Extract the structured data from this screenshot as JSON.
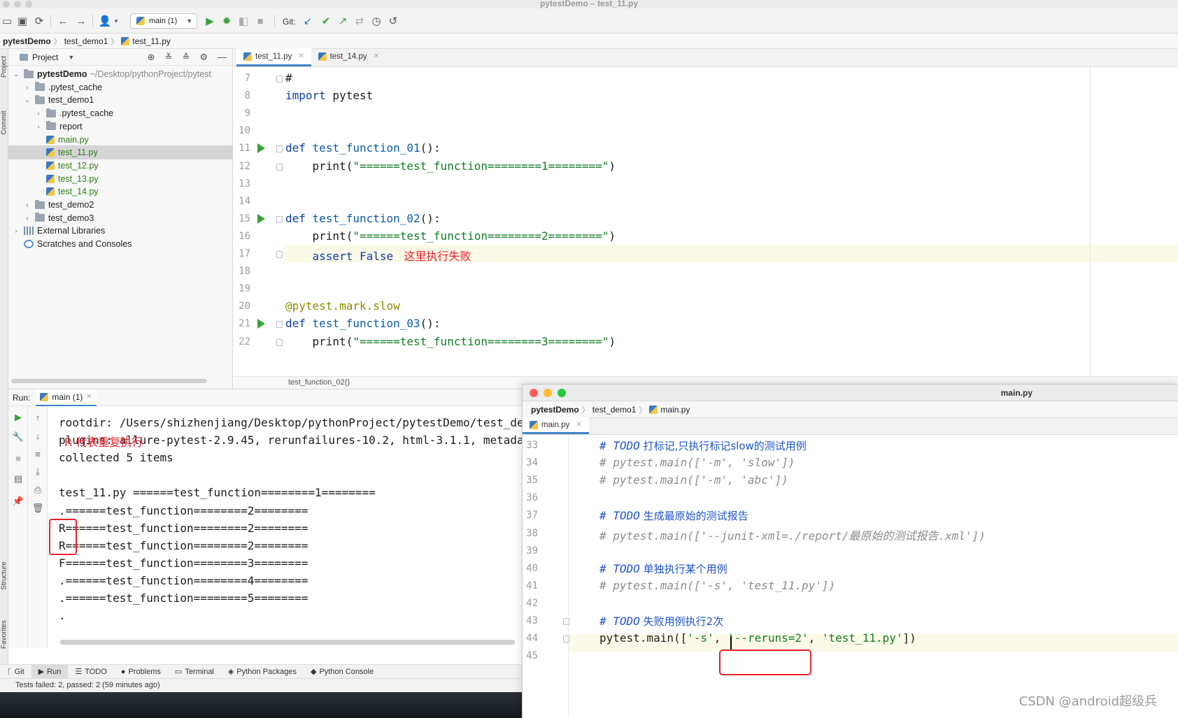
{
  "window": {
    "title": "pytestDemo – test_11.py"
  },
  "toolbar": {
    "run_config": "main (1)",
    "git_label": "Git:"
  },
  "navbar": {
    "crumbs": [
      "pytestDemo",
      "test_demo1",
      "test_11.py"
    ]
  },
  "left_stripe": {
    "tabs": [
      "Project",
      "Commit",
      "Structure",
      "Favorites"
    ]
  },
  "project": {
    "header": "Project",
    "tree": [
      {
        "label": "pytestDemo",
        "hint": "~/Desktop/pythonProject/pytest",
        "type": "folder",
        "expanded": true
      },
      {
        "label": ".pytest_cache",
        "type": "folder",
        "expanded": false
      },
      {
        "label": "test_demo1",
        "type": "folder",
        "expanded": true
      },
      {
        "label": ".pytest_cache",
        "type": "folder",
        "expanded": false
      },
      {
        "label": "report",
        "type": "folder",
        "expanded": false
      },
      {
        "label": "main.py",
        "type": "python"
      },
      {
        "label": "test_11.py",
        "type": "python",
        "selected": true
      },
      {
        "label": "test_12.py",
        "type": "python"
      },
      {
        "label": "test_13.py",
        "type": "python"
      },
      {
        "label": "test_14.py",
        "type": "python"
      },
      {
        "label": "test_demo2",
        "type": "folder",
        "expanded": false
      },
      {
        "label": "test_demo3",
        "type": "folder",
        "expanded": false
      },
      {
        "label": "External Libraries",
        "type": "library",
        "expanded": false
      },
      {
        "label": "Scratches and Consoles",
        "type": "scratch"
      }
    ]
  },
  "editor": {
    "tabs": [
      {
        "label": "test_11.py",
        "active": true
      },
      {
        "label": "test_14.py",
        "active": false
      }
    ],
    "lines": [
      {
        "n": "7",
        "text": "#"
      },
      {
        "n": "8",
        "text": "import pytest"
      },
      {
        "n": "9",
        "text": ""
      },
      {
        "n": "10",
        "text": ""
      },
      {
        "n": "11",
        "text": "def test_function_01():"
      },
      {
        "n": "12",
        "text": "    print(\"======test_function========1========\")"
      },
      {
        "n": "13",
        "text": ""
      },
      {
        "n": "14",
        "text": ""
      },
      {
        "n": "15",
        "text": "def test_function_02():"
      },
      {
        "n": "16",
        "text": "    print(\"======test_function========2========\")"
      },
      {
        "n": "17",
        "text": "    assert False"
      },
      {
        "n": "18",
        "text": ""
      },
      {
        "n": "19",
        "text": ""
      },
      {
        "n": "20",
        "text": "@pytest.mark.slow"
      },
      {
        "n": "21",
        "text": "def test_function_03():"
      },
      {
        "n": "22",
        "text": "    print(\"======test_function========3========\")"
      }
    ],
    "annotation": "这里执行失败",
    "breadcrumb": "test_function_02()"
  },
  "run": {
    "label": "Run:",
    "tab": "main (1)",
    "console": [
      "rootdir: /Users/shizhenjiang/Desktop/pythonProject/pytestDemo/test_de",
      "plugins: allure-pytest-2.9.45, rerunfailures-10.2, html-3.1.1, metada",
      "collected 5 items",
      "",
      "test_11.py ======test_function========1========",
      ".======test_function========2========",
      "R======test_function========2========",
      "R======test_function========2========",
      "F======test_function========3========",
      ".======test_function========4========",
      ".======test_function========5========",
      "."
    ],
    "annotation": "R 代表重复执行"
  },
  "bottom_tabs": [
    "Git",
    "Run",
    "TODO",
    "Problems",
    "Terminal",
    "Python Packages",
    "Python Console"
  ],
  "status": "Tests failed: 2, passed: 2 (59 minutes ago)",
  "float_window": {
    "title": "main.py",
    "crumbs": [
      "pytestDemo",
      "test_demo1",
      "main.py"
    ],
    "tab": "main.py",
    "lines": [
      {
        "n": "33",
        "kind": "todo",
        "todo": "# TODO",
        "text": " 打标记,只执行标记slow的测试用例"
      },
      {
        "n": "34",
        "kind": "comment",
        "text": "# pytest.main(['-m', 'slow'])"
      },
      {
        "n": "35",
        "kind": "comment",
        "text": "# pytest.main(['-m', 'abc'])"
      },
      {
        "n": "36",
        "kind": "blank",
        "text": ""
      },
      {
        "n": "37",
        "kind": "todo",
        "todo": "# TODO",
        "text": " 生成最原始的测试报告"
      },
      {
        "n": "38",
        "kind": "comment",
        "text": "# pytest.main(['--junit-xml=./report/最原始的测试报告.xml'])"
      },
      {
        "n": "39",
        "kind": "blank",
        "text": ""
      },
      {
        "n": "40",
        "kind": "todo",
        "todo": "# TODO",
        "text": " 单独执行某个用例"
      },
      {
        "n": "41",
        "kind": "comment",
        "text": "# pytest.main(['-s', 'test_11.py'])"
      },
      {
        "n": "42",
        "kind": "blank",
        "text": ""
      },
      {
        "n": "43",
        "kind": "todo",
        "todo": "# TODO",
        "text": " 失败用例执行2次"
      },
      {
        "n": "44",
        "kind": "code",
        "text": "pytest.main(['-s', '--reruns=2', 'test_11.py'])"
      },
      {
        "n": "45",
        "kind": "blank",
        "text": ""
      }
    ]
  },
  "watermark": "CSDN @android超级兵",
  "colors": {
    "accent": "#4083c9",
    "annotation_red": "#e8222d",
    "run_green": "#3aa13a",
    "string_green": "#0f7d23",
    "keyword_blue": "#0b3ea8"
  }
}
